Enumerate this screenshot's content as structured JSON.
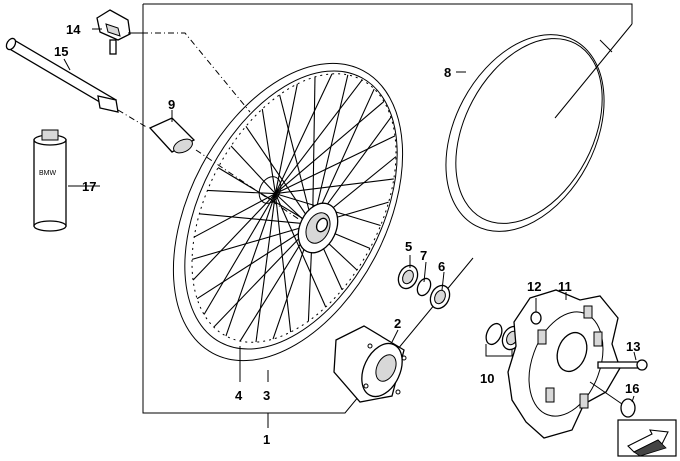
{
  "callouts": {
    "c1": "1",
    "c2": "2",
    "c3": "3",
    "c4": "4",
    "c5": "5",
    "c6": "6",
    "c7": "7",
    "c8": "8",
    "c9": "9",
    "c10": "10",
    "c11": "11",
    "c12": "12",
    "c13": "13",
    "c14": "14",
    "c15": "15",
    "c16": "16",
    "c17": "17"
  },
  "spray_can_text": "BMW",
  "nav_icon": "arrow-icon",
  "colors": {
    "line": "#000000",
    "background": "#ffffff",
    "shade": "#d8d8d8"
  }
}
